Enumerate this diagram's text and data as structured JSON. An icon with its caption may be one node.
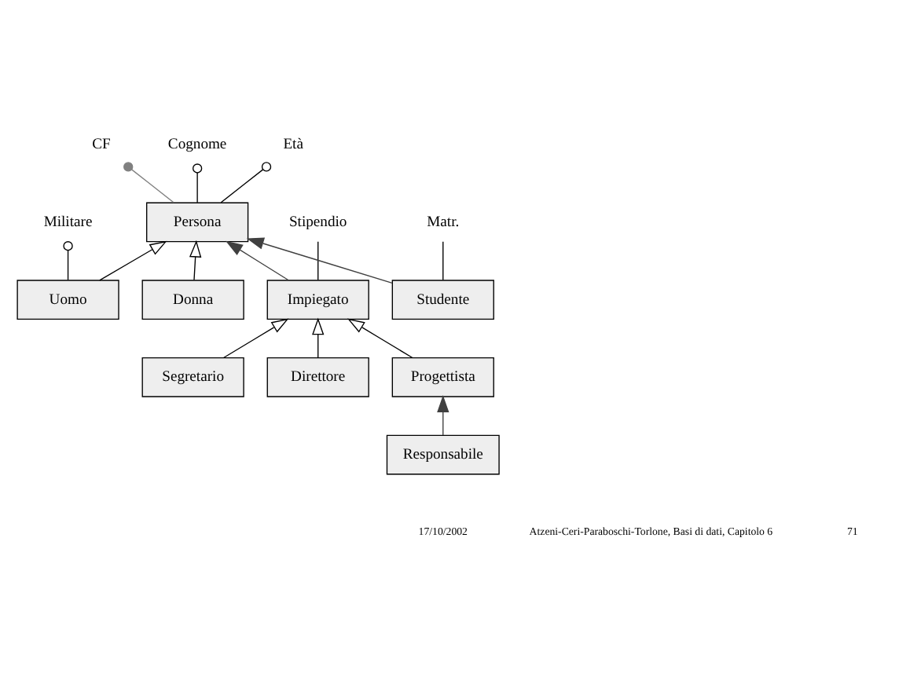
{
  "diagram": {
    "nodes": [
      {
        "text": [
          "Persona"
        ]
      },
      {
        "text": [
          "CF"
        ]
      },
      {
        "text": [
          "Cognome"
        ]
      },
      {
        "text": [
          "Età"
        ]
      },
      {
        "text": [
          "Uomo"
        ]
      },
      {
        "text": [
          "Donna"
        ]
      },
      {
        "text": [
          "Impiegato"
        ]
      },
      {
        "text": [
          "Studente"
        ]
      },
      {
        "text": [
          "Stipendio"
        ]
      },
      {
        "text": [
          "Matr."
        ]
      },
      {
        "text": [
          "Militare"
        ]
      },
      {
        "text": [
          "Segretario"
        ]
      },
      {
        "text": [
          "Direttore"
        ]
      },
      {
        "text": [
          "Progettista"
        ]
      },
      {
        "text": [
          "Responsabile"
        ]
      }
    ],
    "edges": [
      {
        "from": 0,
        "to": 1,
        "arrow": "other",
        "color": "#808080"
      },
      {
        "from": 0,
        "to": 2,
        "arrow": "other"
      },
      {
        "from": 0,
        "to": 3,
        "arrow": "other"
      },
      {
        "from": 4,
        "to": 0,
        "arrow": "to"
      },
      {
        "from": 5,
        "to": 0,
        "arrow": "to"
      },
      {
        "from": 6,
        "to": 0,
        "arrow": "to",
        "color": "#404040"
      },
      {
        "from": 7,
        "to": 0,
        "arrow": "to",
        "color": "#404040"
      },
      {
        "from": 6,
        "to": 8,
        "arrow": "none"
      },
      {
        "from": 7,
        "to": 9,
        "arrow": "none"
      },
      {
        "from": 4,
        "to": 10,
        "arrow": "other"
      },
      {
        "from": 11,
        "to": 6,
        "arrow": "to"
      },
      {
        "from": 12,
        "to": 6,
        "arrow": "to"
      },
      {
        "from": 13,
        "to": 6,
        "arrow": "to"
      },
      {
        "from": 14,
        "to": 13,
        "arrow": "to",
        "color": "#404040"
      }
    ],
    "labels": [
      "17/10/2002",
      "Atzeni-Ceri-Paraboschi-Torlone, Basi di dati, Capitolo 6",
      "71"
    ]
  }
}
